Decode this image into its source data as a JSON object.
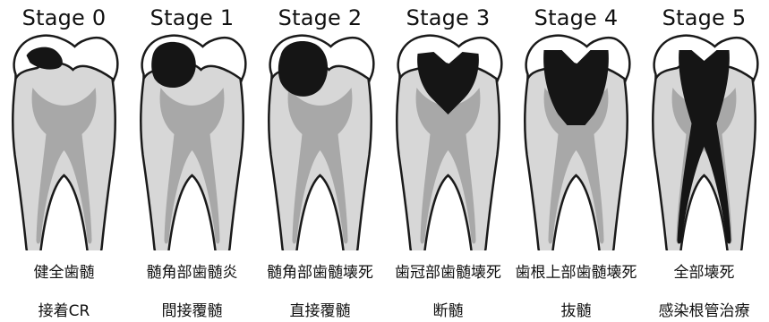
{
  "stages": [
    {
      "title": "Stage 0",
      "condition": "健全歯髄",
      "treatment": "接着CR"
    },
    {
      "title": "Stage 1",
      "condition": "髄角部歯髄炎",
      "treatment": "間接覆髄"
    },
    {
      "title": "Stage 2",
      "condition": "髄角部歯髄壊死",
      "treatment": "直接覆髄"
    },
    {
      "title": "Stage 3",
      "condition": "歯冠部歯髄壊死",
      "treatment": "断髄"
    },
    {
      "title": "Stage 4",
      "condition": "歯根上部歯髄壊死",
      "treatment": "抜髄"
    },
    {
      "title": "Stage 5",
      "condition": "全部壊死",
      "treatment": "感染根管治療"
    }
  ],
  "colors": {
    "enamel": "#ffffff",
    "dentin": "#d7d7d7",
    "pulp": "#a8a8a8",
    "lesion": "#151515",
    "outline": "#1a1a1a"
  }
}
